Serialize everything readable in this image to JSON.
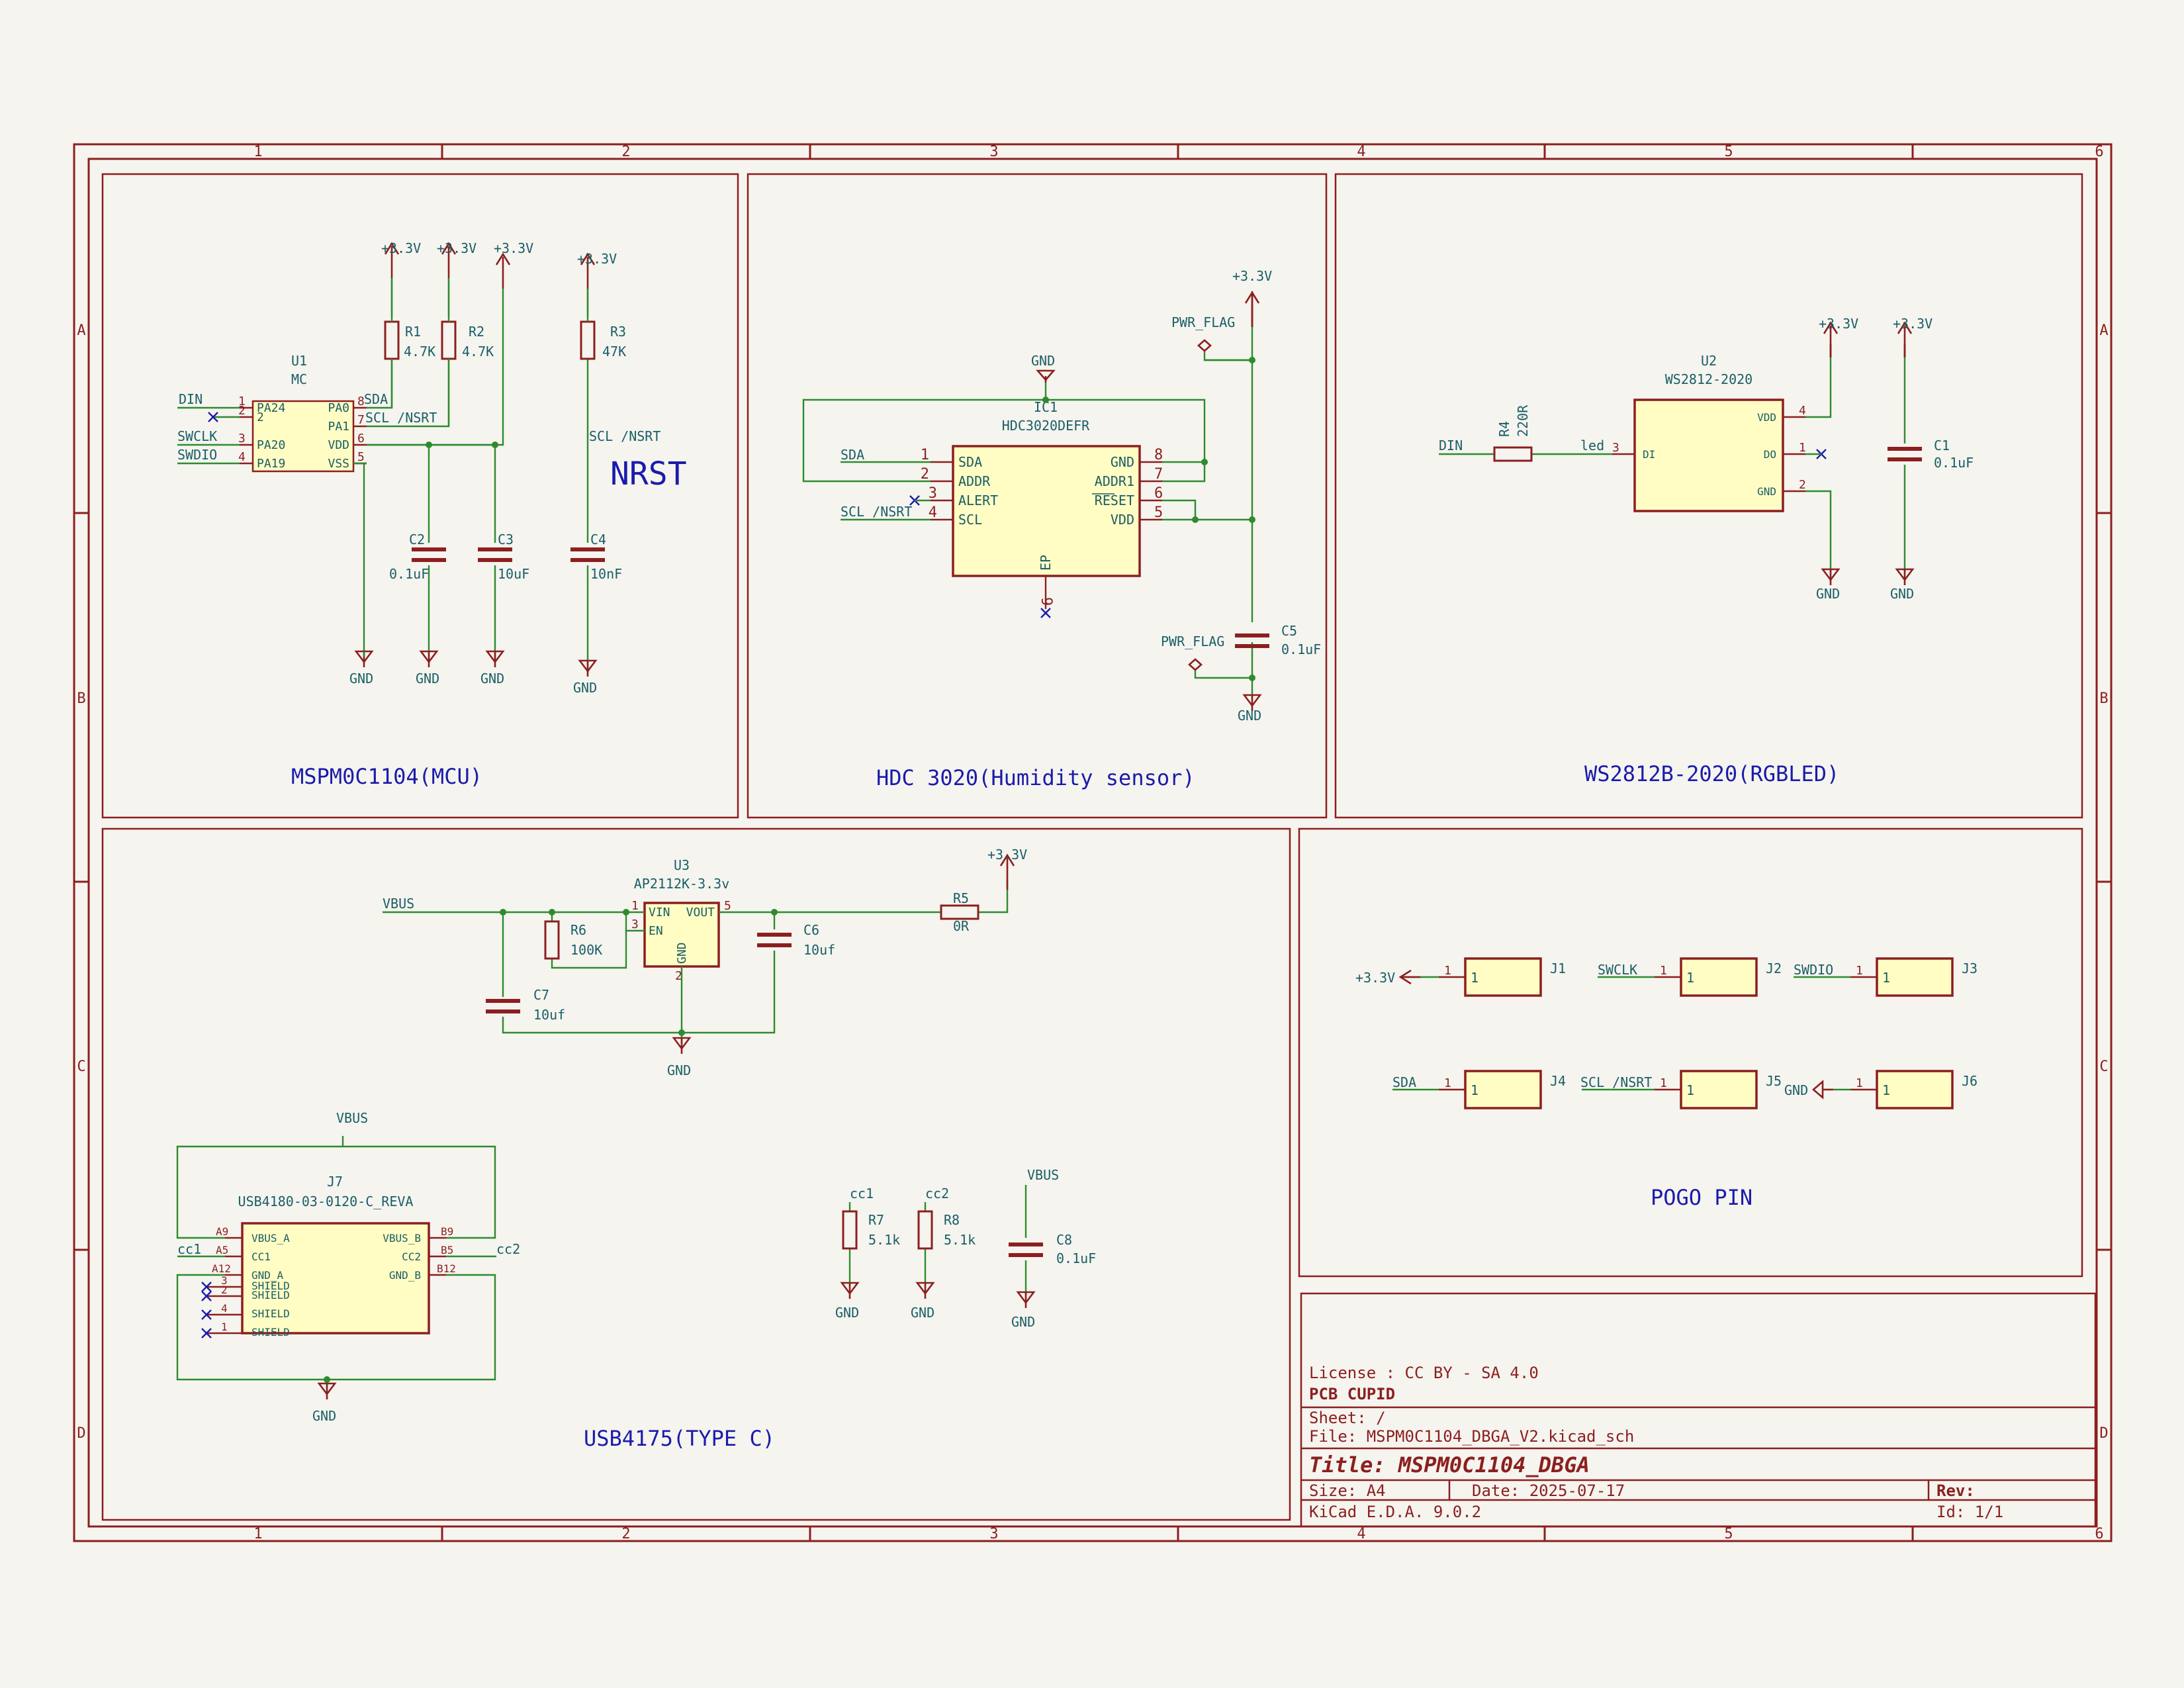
{
  "frame": {
    "columns": [
      "1",
      "2",
      "3",
      "4",
      "5",
      "6"
    ],
    "rows": [
      "A",
      "B",
      "C",
      "D"
    ]
  },
  "sections": {
    "mcu": "MSPM0C1104(MCU)",
    "hdc": "HDC 3020(Humidity sensor)",
    "rgb": "WS2812B-2020(RGBLED)",
    "usb": "USB4175(TYPE C)",
    "pogo": "POGO PIN"
  },
  "nets": {
    "p33": "+3.3V",
    "gnd": "GND",
    "vbus": "VBUS",
    "din": "DIN",
    "swclk": "SWCLK",
    "swdio": "SWDIO",
    "sda": "SDA",
    "scl_nsrt": "SCL /NSRT",
    "pwr_flag": "PWR_FLAG",
    "led": "led",
    "cc1": "cc1",
    "cc2": "cc2",
    "nrst": "NRST"
  },
  "components": {
    "u1": {
      "ref": "U1",
      "value": "MC",
      "pins_left": [
        {
          "num": "1",
          "name": "PA24"
        },
        {
          "num": "2",
          "name": "2"
        },
        {
          "num": "3",
          "name": "PA20"
        },
        {
          "num": "4",
          "name": "PA19"
        }
      ],
      "pins_right": [
        {
          "num": "8",
          "name": "PA0"
        },
        {
          "num": "7",
          "name": "PA1"
        },
        {
          "num": "6",
          "name": "VDD"
        },
        {
          "num": "5",
          "name": "VSS"
        }
      ]
    },
    "r1": {
      "ref": "R1",
      "value": "4.7K"
    },
    "r2": {
      "ref": "R2",
      "value": "4.7K"
    },
    "r3": {
      "ref": "R3",
      "value": "47K"
    },
    "c2": {
      "ref": "C2",
      "value": "0.1uF"
    },
    "c3": {
      "ref": "C3",
      "value": "10uF"
    },
    "c4": {
      "ref": "C4",
      "value": "10nF"
    },
    "ic1": {
      "ref": "IC1",
      "value": "HDC3020DEFR",
      "pins_left": [
        {
          "num": "1",
          "name": "SDA"
        },
        {
          "num": "2",
          "name": "ADDR"
        },
        {
          "num": "3",
          "name": "ALERT"
        },
        {
          "num": "4",
          "name": "SCL"
        }
      ],
      "pins_right": [
        {
          "num": "8",
          "name": "GND"
        },
        {
          "num": "7",
          "name": "ADDR1"
        },
        {
          "num": "6",
          "name": "RESET"
        },
        {
          "num": "5",
          "name": "VDD"
        }
      ],
      "pin_bottom": {
        "num": "9",
        "name": "EP"
      }
    },
    "c5": {
      "ref": "C5",
      "value": "0.1uF"
    },
    "u2": {
      "ref": "U2",
      "value": "WS2812-2020",
      "pins": [
        {
          "num": "3",
          "name": "DI"
        },
        {
          "num": "4",
          "name": "VDD"
        },
        {
          "num": "1",
          "name": "DO"
        },
        {
          "num": "2",
          "name": "GND"
        }
      ]
    },
    "r4": {
      "ref": "R4",
      "value": "220R"
    },
    "c1": {
      "ref": "C1",
      "value": "0.1uF"
    },
    "u3": {
      "ref": "U3",
      "value": "AP2112K-3.3v",
      "pins": [
        {
          "num": "1",
          "name": "VIN"
        },
        {
          "num": "3",
          "name": "EN"
        },
        {
          "num": "5",
          "name": "VOUT"
        },
        {
          "num": "2",
          "name": "GND"
        }
      ]
    },
    "r5": {
      "ref": "R5",
      "value": "0R"
    },
    "r6": {
      "ref": "R6",
      "value": "100K"
    },
    "c6": {
      "ref": "C6",
      "value": "10uf"
    },
    "c7": {
      "ref": "C7",
      "value": "10uf"
    },
    "j7": {
      "ref": "J7",
      "value": "USB4180-03-0120-C_REVA",
      "pins_left": [
        {
          "num": "A9",
          "name": "VBUS_A"
        },
        {
          "num": "A5",
          "name": "CC1"
        },
        {
          "num": "A12",
          "name": "GND_A"
        },
        {
          "num": "3",
          "name": "SHIELD"
        },
        {
          "num": "2",
          "name": "SHIELD"
        },
        {
          "num": "4",
          "name": "SHIELD"
        },
        {
          "num": "1",
          "name": "SHIELD"
        }
      ],
      "pins_right": [
        {
          "num": "B9",
          "name": "VBUS_B"
        },
        {
          "num": "B5",
          "name": "CC2"
        },
        {
          "num": "B12",
          "name": "GND_B"
        }
      ]
    },
    "r7": {
      "ref": "R7",
      "value": "5.1k"
    },
    "r8": {
      "ref": "R8",
      "value": "5.1k"
    },
    "c8": {
      "ref": "C8",
      "value": "0.1uF"
    },
    "j1": {
      "ref": "J1",
      "pin": "1"
    },
    "j2": {
      "ref": "J2",
      "pin": "1"
    },
    "j3": {
      "ref": "J3",
      "pin": "1"
    },
    "j4": {
      "ref": "J4",
      "pin": "1"
    },
    "j5": {
      "ref": "J5",
      "pin": "1"
    },
    "j6": {
      "ref": "J6",
      "pin": "1"
    }
  },
  "title_block": {
    "license": "License :  CC BY - SA 4.0",
    "company": "PCB CUPID",
    "sheet": "Sheet: /",
    "file": "File: MSPM0C1104_DBGA_V2.kicad_sch",
    "title": "Title: MSPM0C1104_DBGA",
    "size": "Size: A4",
    "date": "Date: 2025-07-17",
    "rev": "Rev:",
    "tool": "KiCad E.D.A. 9.0.2",
    "id": "Id: 1/1"
  },
  "colors": {
    "border": "#8c1f1f",
    "wire": "#2e8b2e",
    "body_fill": "#fffcc4",
    "label": "#1a5e66",
    "section_title": "#1b1bab",
    "background": "#f5f4ef"
  }
}
